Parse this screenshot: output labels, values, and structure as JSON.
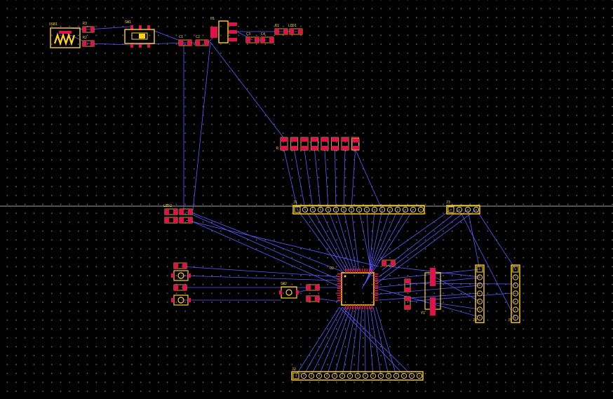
{
  "app": {
    "title": "",
    "description": ""
  },
  "colors": {
    "background": "#000000",
    "grid_dot": "#5a5a5a",
    "ratsnest": "#5a5aff",
    "silkscreen": "#ffd21f",
    "copper_pad": "#e0124a",
    "board_edge": "#dcdcdc"
  },
  "components": {
    "usb_connector": {
      "ref": "USB1"
    },
    "r_top_1": {
      "ref": "R3"
    },
    "r_top_2": {
      "ref": "R2"
    },
    "switch": {
      "ref": "SW1"
    },
    "c1": {
      "ref": "C1"
    },
    "c2": {
      "ref": "C2"
    },
    "regulator": {
      "ref": "U1"
    },
    "c3": {
      "ref": "C3"
    },
    "c4": {
      "ref": "C4"
    },
    "r1": {
      "ref": "R1"
    },
    "led_top": {
      "ref": "LED1"
    },
    "resistor_array": {
      "ref": "R"
    },
    "header_top": {
      "ref": "J1"
    },
    "header_small": {
      "ref": "J3"
    },
    "led_mid": {
      "ref": "LED2"
    },
    "mcu": {
      "ref": "U2"
    },
    "header_right_1": {
      "ref": "J4"
    },
    "header_right_2": {
      "ref": "J5"
    },
    "header_bottom": {
      "ref": "J2"
    },
    "crystal": {
      "ref": "Y1"
    },
    "button": {
      "ref": "SW2"
    }
  }
}
